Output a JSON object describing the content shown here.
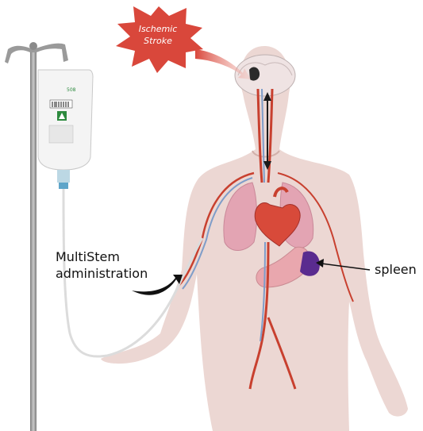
{
  "labels": {
    "burst_line1": "Ischemic",
    "burst_line2": "Stroke",
    "multistem_line1": "MultiStem",
    "multistem_line2": "administration",
    "spleen": "spleen",
    "bag_number": "508"
  },
  "colors": {
    "burst_red": "#d9473b",
    "body_skin": "#e9d0cb",
    "artery_red": "#c8402f",
    "vein_blue": "#7f9dc9",
    "lung_pink": "#e3a4b3",
    "spleen_purple": "#5a2b8f",
    "bag_green": "#2d8a3e",
    "pole_gray": "#9a9a9a"
  }
}
